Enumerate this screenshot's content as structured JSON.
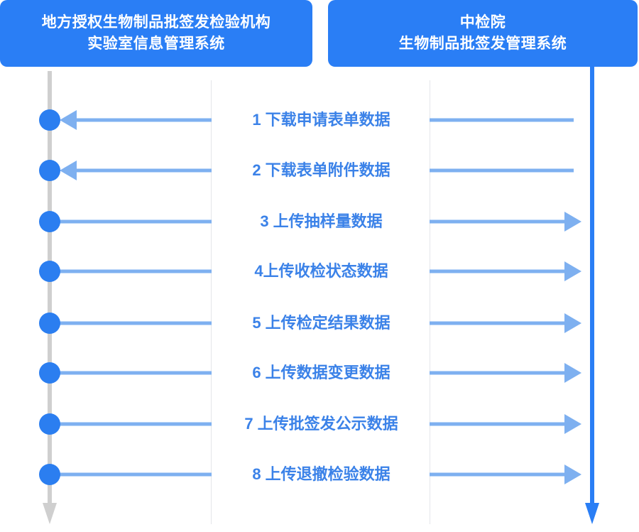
{
  "diagram": {
    "title_left_lines": [
      "地方授权生物制品批签发检验机构",
      "实验室信息管理系统"
    ],
    "title_right_lines": [
      "中检院",
      "生物制品批签发管理系统"
    ],
    "colors": {
      "header_blue": "#2a7ef5",
      "node_blue": "#2b7ef0",
      "arrow_blue": "#7eb0f0",
      "label_blue": "#3b82e8",
      "lifeline_gray": "#cfcfcf",
      "lifeline_blue": "#2a7ef5",
      "divider_gray": "#e4e6ea",
      "background": "#ffffff"
    },
    "lifelines": [
      {
        "name": "local-lab-lifeline",
        "color": "#cfcfcf",
        "arrow": "down"
      },
      {
        "name": "nifdc-lifeline",
        "color": "#2a7ef5",
        "arrow": "down"
      }
    ],
    "steps": [
      {
        "num": "1",
        "label": "1 下载申请表单数据",
        "direction": "left",
        "left_arrowhead": true,
        "right_arrowhead": false
      },
      {
        "num": "2",
        "label": "2 下载表单附件数据",
        "direction": "left",
        "left_arrowhead": true,
        "right_arrowhead": false
      },
      {
        "num": "3",
        "label": "3 上传抽样量数据",
        "direction": "right",
        "left_arrowhead": false,
        "right_arrowhead": true
      },
      {
        "num": "4",
        "label": "4上传收检状态数据",
        "direction": "right",
        "left_arrowhead": false,
        "right_arrowhead": true
      },
      {
        "num": "5",
        "label": "5 上传检定结果数据",
        "direction": "right",
        "left_arrowhead": false,
        "right_arrowhead": true
      },
      {
        "num": "6",
        "label": "6 上传数据变更数据",
        "direction": "right",
        "left_arrowhead": false,
        "right_arrowhead": true
      },
      {
        "num": "7",
        "label": "7 上传批签发公示数据",
        "direction": "right",
        "left_arrowhead": false,
        "right_arrowhead": true
      },
      {
        "num": "8",
        "label": "8 上传退撤检验数据",
        "direction": "right",
        "left_arrowhead": false,
        "right_arrowhead": true
      }
    ]
  }
}
